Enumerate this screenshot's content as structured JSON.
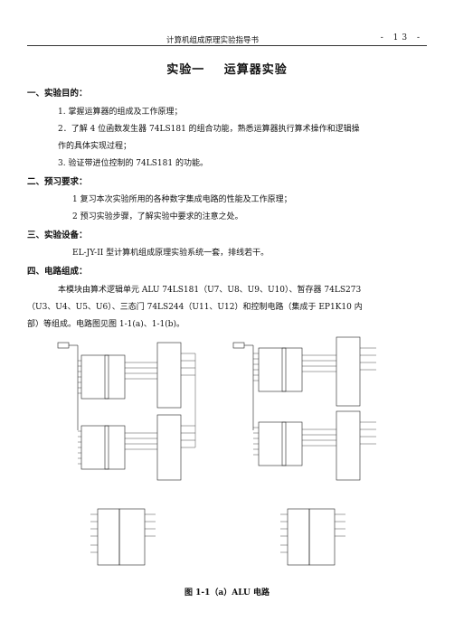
{
  "header": {
    "title": "计算机组成原理实验指导书",
    "page": "- 13 -"
  },
  "title": {
    "number": "实验一",
    "name": "运算器实验"
  },
  "sections": {
    "s1": {
      "heading": "一、实验目的：",
      "items": [
        "1.   掌握运算器的组成及工作原理；",
        "2．了解 4 位函数发生器 74LS181 的组合功能，熟悉运算器执行算术操作和逻辑操",
        "作的具体实现过程；",
        "3.    验证带进位控制的 74LS181 的功能。"
      ]
    },
    "s2": {
      "heading": "二、预习要求：",
      "items": [
        "1   复习本次实验所用的各种数字集成电路的性能及工作原理；",
        "2   预习实验步骤，了解实验中要求的注意之处。"
      ]
    },
    "s3": {
      "heading": "三、实验设备：",
      "items": [
        "EL-JY-II 型计算机组成原理实验系统一套，排线若干。"
      ]
    },
    "s4": {
      "heading": "四、电路组成：",
      "items": [
        "本模块由算术逻辑单元 ALU  74LS181（U7、U8、U9、U10）、暂存器 74LS273",
        "（U3、U4、U5、U6）、三态门 74LS244（U11、U12）和控制电路（集成于 EP1K10 内",
        "部）等组成。电路图见图 1-1(a)、1-1(b)。"
      ]
    }
  },
  "figure": {
    "caption": "图 1-1（a）ALU 电路"
  }
}
